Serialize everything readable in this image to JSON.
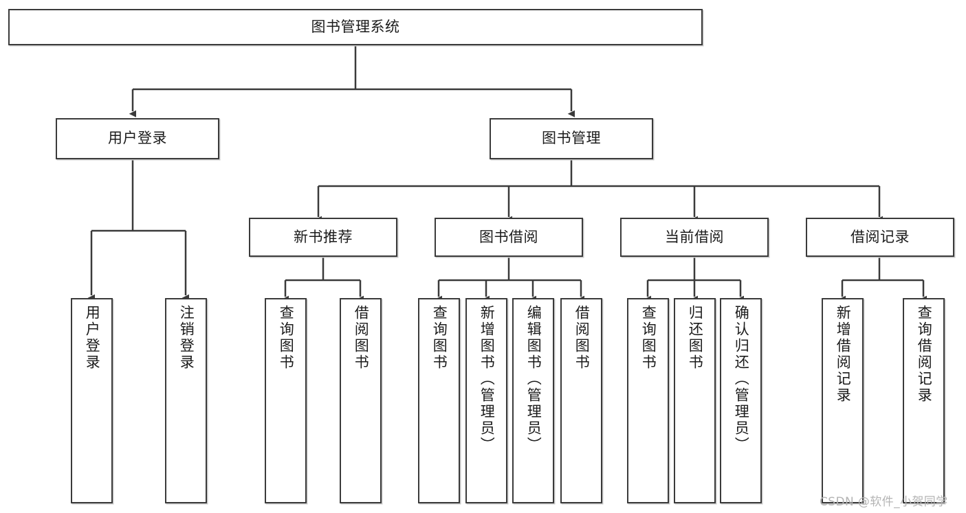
{
  "diagram": {
    "type": "hierarchy-tree",
    "title": "图书管理系统",
    "root": {
      "id": "root",
      "label": "图书管理系统"
    },
    "level2": [
      {
        "id": "user-login",
        "label": "用户登录"
      },
      {
        "id": "book-manage",
        "label": "图书管理"
      }
    ],
    "level3": [
      {
        "id": "new-book-rec",
        "label": "新书推荐",
        "parent": "book-manage"
      },
      {
        "id": "book-borrow",
        "label": "图书借阅",
        "parent": "book-manage"
      },
      {
        "id": "current-borrow",
        "label": "当前借阅",
        "parent": "book-manage"
      },
      {
        "id": "borrow-record",
        "label": "借阅记录",
        "parent": "book-manage"
      }
    ],
    "leaves": {
      "user_login": [
        {
          "id": "leaf-user-login",
          "label": "用户登录"
        },
        {
          "id": "leaf-logout",
          "label": "注销登录"
        }
      ],
      "new_book_rec": [
        {
          "id": "leaf-query-book-1",
          "label": "查询图书"
        },
        {
          "id": "leaf-borrow-book-1",
          "label": "借阅图书"
        }
      ],
      "book_borrow": [
        {
          "id": "leaf-query-book-2",
          "label": "查询图书"
        },
        {
          "id": "leaf-add-book",
          "label": "新增图书（管理员）"
        },
        {
          "id": "leaf-edit-book",
          "label": "编辑图书（管理员）"
        },
        {
          "id": "leaf-borrow-book-2",
          "label": "借阅图书"
        }
      ],
      "current_borrow": [
        {
          "id": "leaf-query-book-3",
          "label": "查询图书"
        },
        {
          "id": "leaf-return-book",
          "label": "归还图书"
        },
        {
          "id": "leaf-confirm-return",
          "label": "确认归还（管理员）"
        }
      ],
      "borrow_record": [
        {
          "id": "leaf-add-record",
          "label": "新增借阅记录"
        },
        {
          "id": "leaf-query-record",
          "label": "查询借阅记录"
        }
      ]
    }
  },
  "watermark": {
    "text": "CSDN @软件_小贺同学"
  },
  "colors": {
    "stroke": "#3a3a3a",
    "fill": "#ffffff",
    "text": "#1b1b1b",
    "shadow": "#c9c9c9",
    "watermark": "#b4b4b4"
  }
}
